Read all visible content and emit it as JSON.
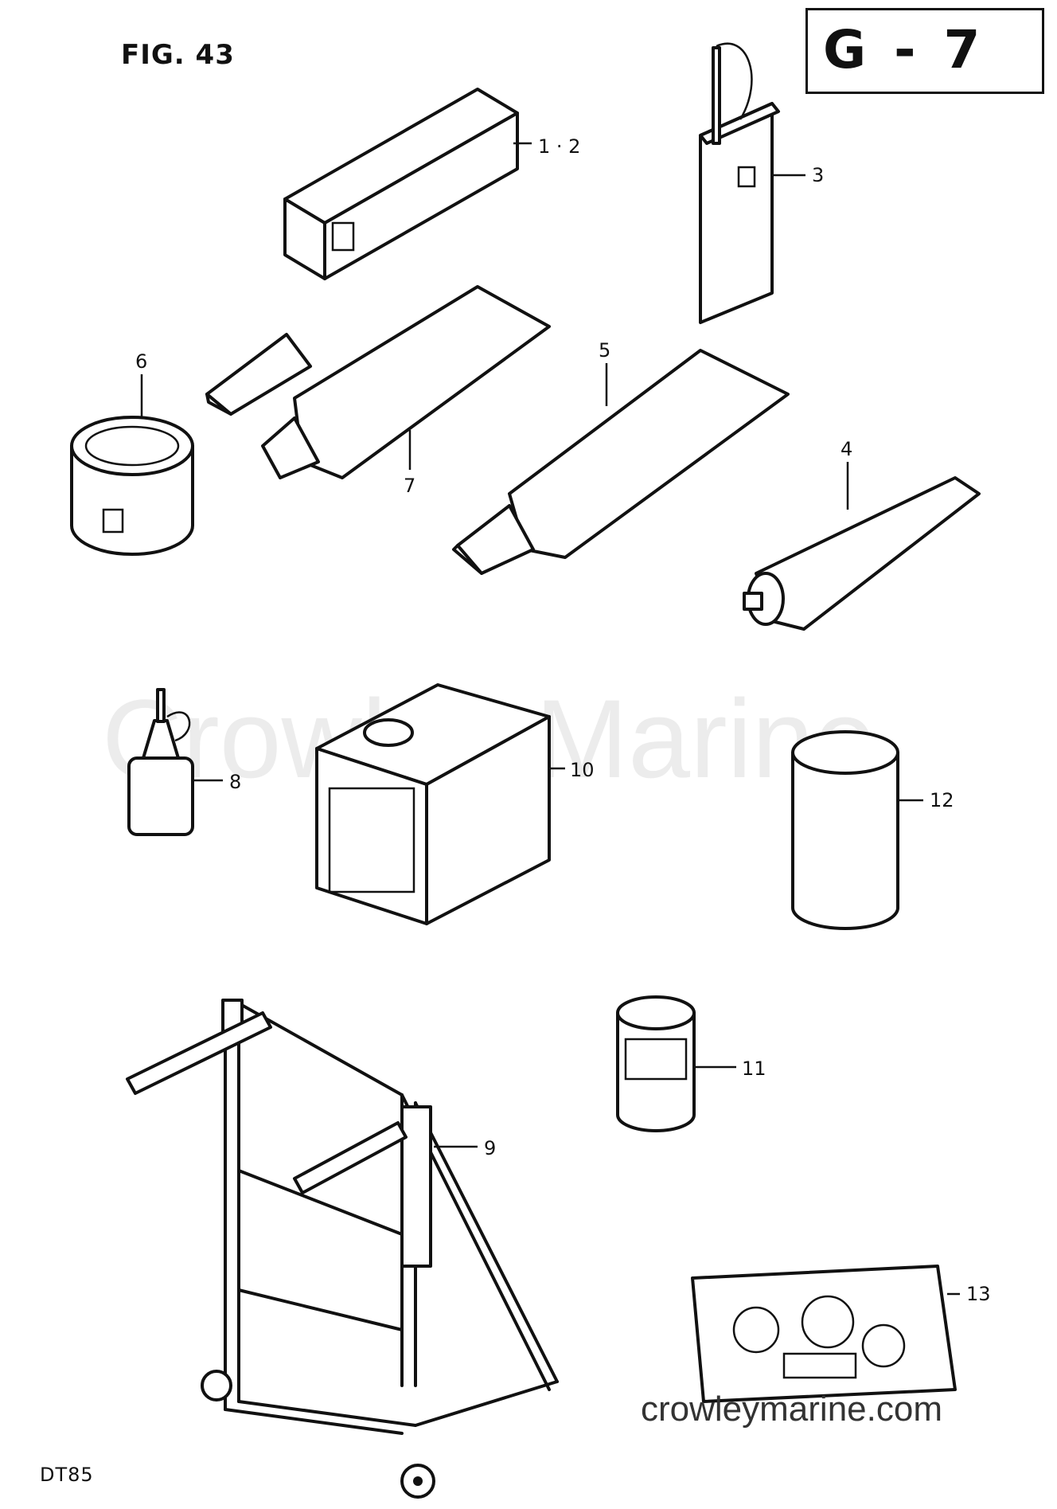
{
  "figure": {
    "title": "FIG. 43",
    "page_code": "G - 7",
    "model": "DT85"
  },
  "watermark": "Crowley Marine",
  "site": "crowleymarine.com",
  "callouts": [
    "1 · 2",
    "3",
    "4",
    "5",
    "6",
    "7",
    "8",
    "9",
    "10",
    "11",
    "12",
    "13"
  ]
}
